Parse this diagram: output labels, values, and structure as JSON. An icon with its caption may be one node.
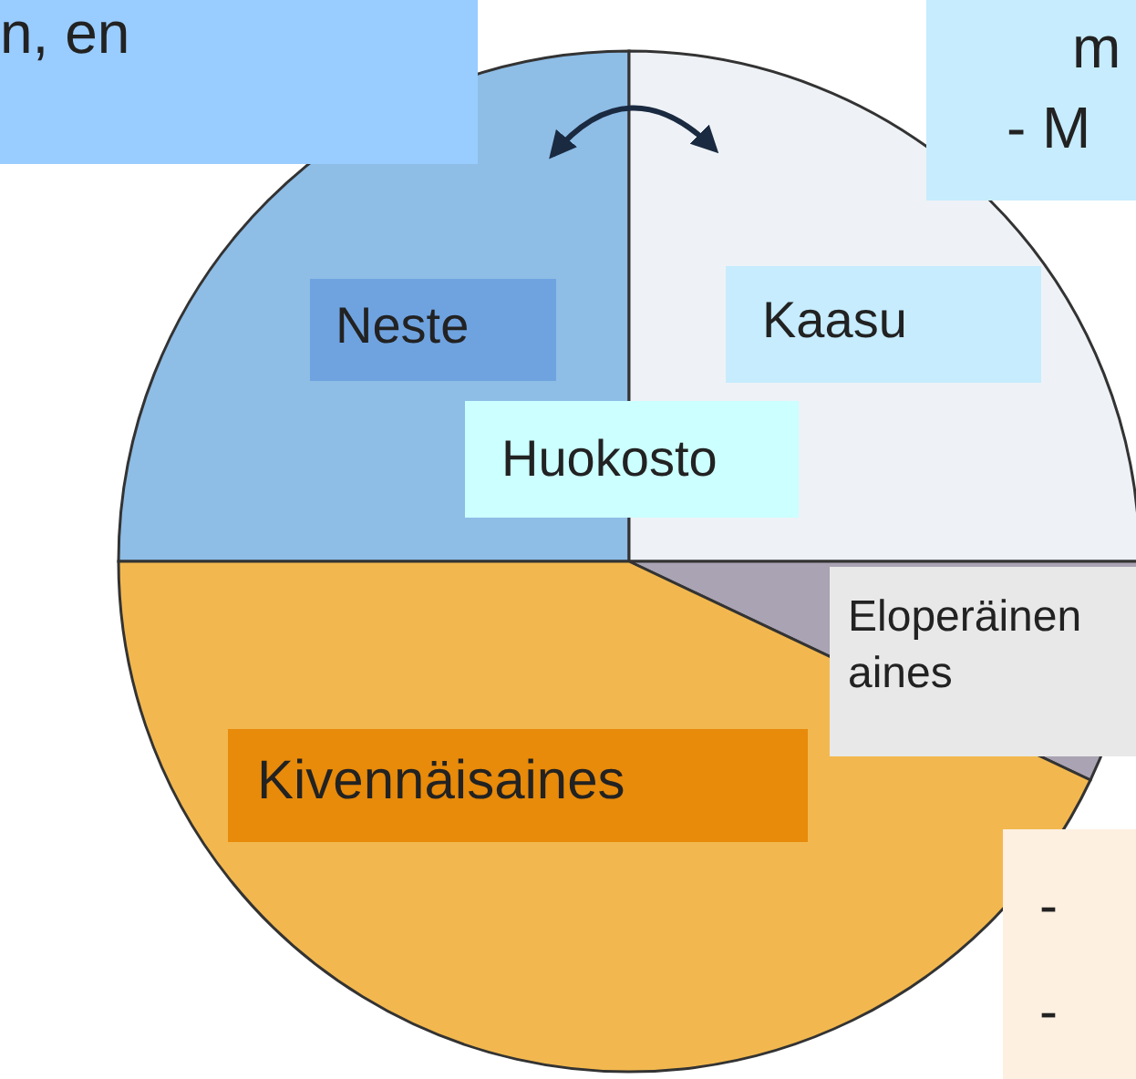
{
  "diagram": {
    "nodes": [
      {
        "text": [
          "n, en"
        ]
      },
      {
        "text": [
          "m",
          "- M"
        ]
      },
      {
        "text": [
          "Neste"
        ]
      },
      {
        "text": [
          "Kaasu"
        ]
      },
      {
        "text": [
          "Huokosto"
        ]
      },
      {
        "text": [
          "Eloperäinen aines"
        ]
      },
      {
        "text": [
          "Kivennäisaines"
        ]
      },
      {
        "text": [
          "-",
          "-"
        ]
      }
    ],
    "edges": []
  }
}
